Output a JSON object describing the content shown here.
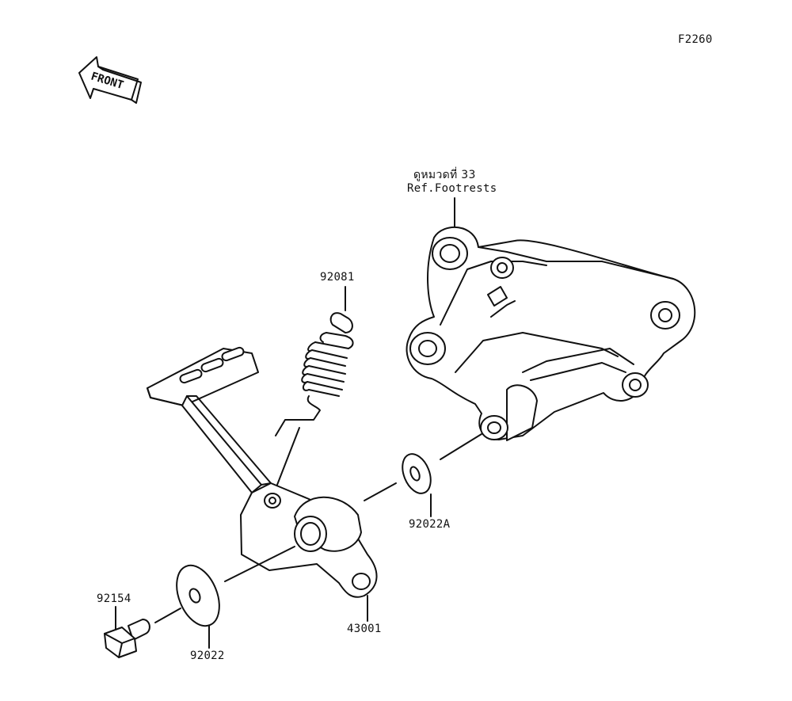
{
  "figure_code": "F2260",
  "direction_arrow": {
    "label": "FRONT",
    "icon": "front-arrow-icon"
  },
  "reference": {
    "thai": "ดูหมวดที่ 33",
    "english": "Ref.Footrests"
  },
  "parts": [
    {
      "number": "92081",
      "name": "spring"
    },
    {
      "number": "92022A",
      "name": "washer"
    },
    {
      "number": "43001",
      "name": "brake-pedal"
    },
    {
      "number": "92154",
      "name": "bolt"
    },
    {
      "number": "92022",
      "name": "washer"
    }
  ],
  "colors": {
    "line": "#111111",
    "fill": "#ffffff"
  }
}
